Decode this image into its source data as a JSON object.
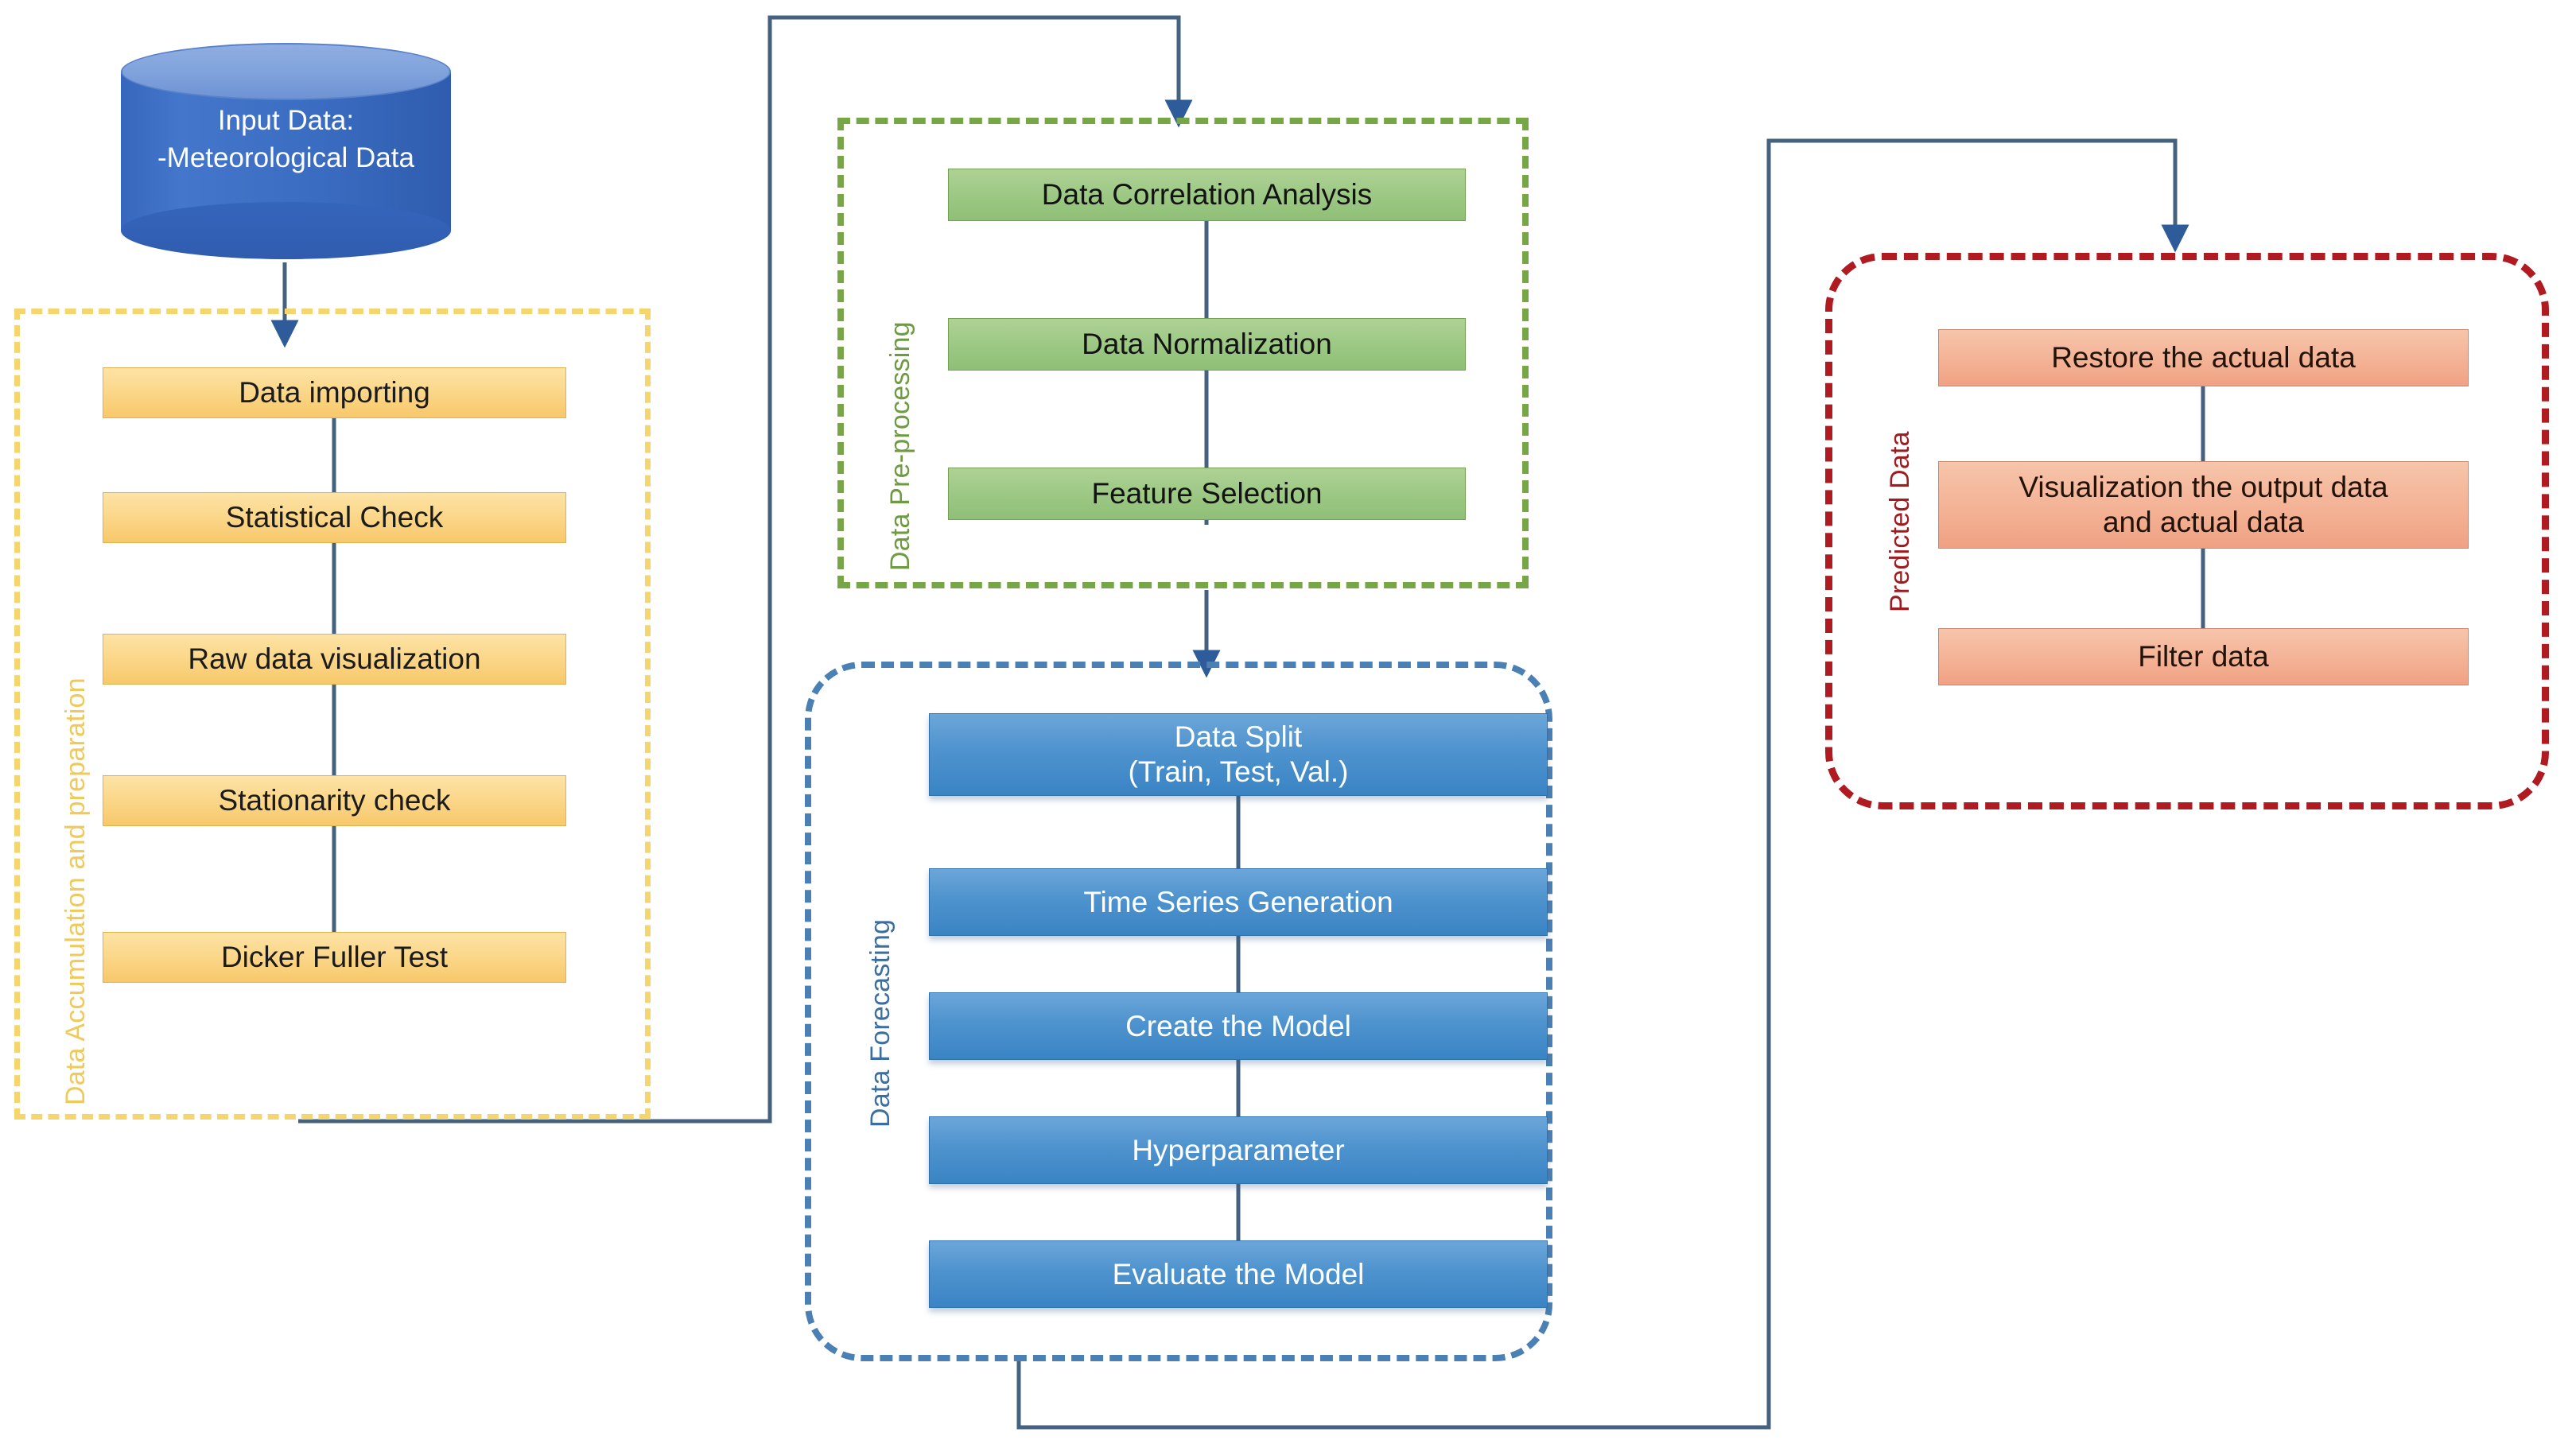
{
  "diagram": {
    "title": "Meteorological data forecasting pipeline flowchart",
    "colors": {
      "yellow_group_border": "#F5D56E",
      "yellow_node_fill": "#FBD78A",
      "green_group_border": "#76A646",
      "green_node_fill": "#9CC884",
      "blue_group_border": "#4A80B4",
      "blue_node_fill": "#4E93CE",
      "red_group_border": "#B01B22",
      "red_node_fill": "#F4B295",
      "connector_line": "#44617F",
      "arrow_head": "#2E5C9A",
      "database_fill": "#3A6CC1"
    }
  },
  "source": {
    "name": "database-cylinder",
    "lines": "Input Data:\n-Meteorological Data"
  },
  "groups": [
    {
      "key": "accumulation",
      "label": "Data Accumulation and preparation",
      "color": "yellow",
      "nodes": [
        "Data importing",
        "Statistical Check",
        "Raw data visualization",
        "Stationarity check",
        "Dicker Fuller Test"
      ]
    },
    {
      "key": "preprocessing",
      "label": "Data Pre-processing",
      "color": "green",
      "nodes": [
        "Data Correlation Analysis",
        "Data Normalization",
        "Feature Selection"
      ]
    },
    {
      "key": "forecasting",
      "label": "Data Forecasting",
      "color": "blue",
      "nodes": [
        "Data Split\n(Train, Test, Val.)",
        "Time Series Generation",
        "Create the Model",
        "Hyperparameter",
        "Evaluate the Model"
      ]
    },
    {
      "key": "predicted",
      "label": "Predicted Data",
      "color": "red",
      "nodes": [
        "Restore the actual data",
        "Visualization the output data\nand actual data",
        "Filter data"
      ]
    }
  ]
}
